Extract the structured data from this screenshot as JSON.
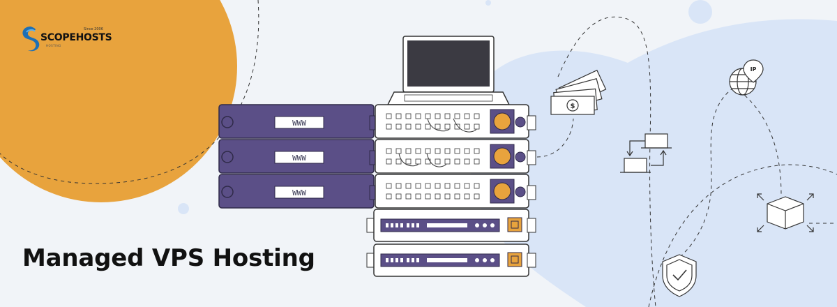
{
  "brand": {
    "name": "SCOPEHOSTS",
    "since": "Since 2006",
    "tagline": "HOSTING"
  },
  "headline": "Managed VPS Hosting",
  "server_labels": [
    "WWW",
    "WWW",
    "WWW"
  ],
  "ip_label": "IP",
  "colors": {
    "accent_orange": "#e8a33d",
    "server_purple": "#5b4f87",
    "light_blue": "#d9e5f7",
    "background": "#f1f4f8"
  },
  "icons": [
    "laptop-icon",
    "money-icon",
    "transfer-icon",
    "globe-ip-icon",
    "box-icon",
    "shield-check-icon"
  ]
}
